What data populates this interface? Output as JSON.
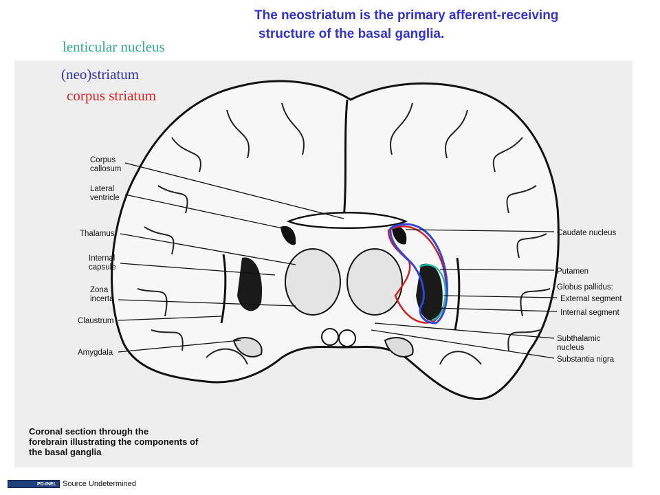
{
  "headline": {
    "line1": "The neostriatum is the primary afferent-receiving",
    "line2": "structure of the basal ganglia."
  },
  "terms": {
    "lenticular": "lenticular nucleus",
    "neostriatum": "(neo)striatum",
    "corpus": "corpus striatum"
  },
  "colors": {
    "headline": "#3333cc",
    "lenticular": "#33aa99",
    "neostriatum": "#3333aa",
    "corpus": "#dd2222",
    "outline_blue": "#3344dd",
    "outline_red": "#cc2222",
    "outline_teal": "#22bbaa"
  },
  "labels": {
    "left": {
      "corpus_callosum": [
        "Corpus",
        "callosum"
      ],
      "lateral_ventricle": [
        "Lateral",
        "ventricle"
      ],
      "thalamus": [
        "Thalamus"
      ],
      "internal_capsule": [
        "Internal",
        "capsule"
      ],
      "zona_incerta": [
        "Zona",
        "incerta"
      ],
      "claustrum": [
        "Claustrum"
      ],
      "amygdala": [
        "Amygdala"
      ]
    },
    "right": {
      "caudate": [
        "Caudate nucleus"
      ],
      "putamen": [
        "Putamen"
      ],
      "globus": [
        "Globus pallidus:"
      ],
      "external": [
        "External segment"
      ],
      "internal": [
        "Internal segment"
      ],
      "subthalamic": [
        "Subthalamic",
        "nucleus"
      ],
      "substantia": [
        "Substantia nigra"
      ]
    }
  },
  "caption": {
    "line1": "Coronal section through the",
    "line2": "forebrain illustrating the components of",
    "line3": "the basal ganglia"
  },
  "footer": {
    "badge": "PD-INEL",
    "source": "Source Undetermined"
  }
}
